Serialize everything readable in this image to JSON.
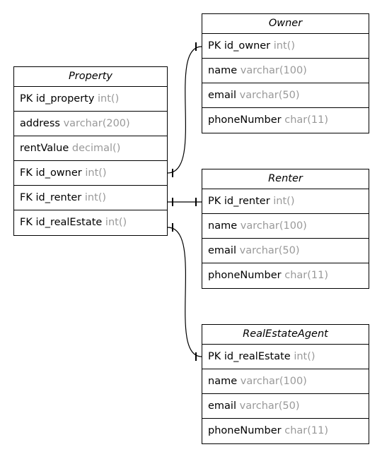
{
  "colors": {
    "line": "#000000",
    "type_text": "#999999",
    "background": "#ffffff"
  },
  "entities": {
    "owner": {
      "title": "Owner",
      "rows": [
        {
          "name": "PK id_owner",
          "type": "int()"
        },
        {
          "name": "name",
          "type": "varchar(100)"
        },
        {
          "name": "email",
          "type": "varchar(50)"
        },
        {
          "name": "phoneNumber",
          "type": "char(11)"
        }
      ]
    },
    "property": {
      "title": "Property",
      "rows": [
        {
          "name": "PK id_property",
          "type": "int()"
        },
        {
          "name": "address",
          "type": "varchar(200)"
        },
        {
          "name": "rentValue",
          "type": "decimal()"
        },
        {
          "name": "FK id_owner",
          "type": "int()"
        },
        {
          "name": "FK id_renter",
          "type": "int()"
        },
        {
          "name": "FK id_realEstate",
          "type": "int()"
        }
      ]
    },
    "renter": {
      "title": "Renter",
      "rows": [
        {
          "name": "PK id_renter",
          "type": "int()"
        },
        {
          "name": "name",
          "type": "varchar(100)"
        },
        {
          "name": "email",
          "type": "varchar(50)"
        },
        {
          "name": "phoneNumber",
          "type": "char(11)"
        }
      ]
    },
    "real_estate_agent": {
      "title": "RealEstateAgent",
      "rows": [
        {
          "name": "PK id_realEstate",
          "type": "int()"
        },
        {
          "name": "name",
          "type": "varchar(100)"
        },
        {
          "name": "email",
          "type": "varchar(50)"
        },
        {
          "name": "phoneNumber",
          "type": "char(11)"
        }
      ]
    }
  }
}
